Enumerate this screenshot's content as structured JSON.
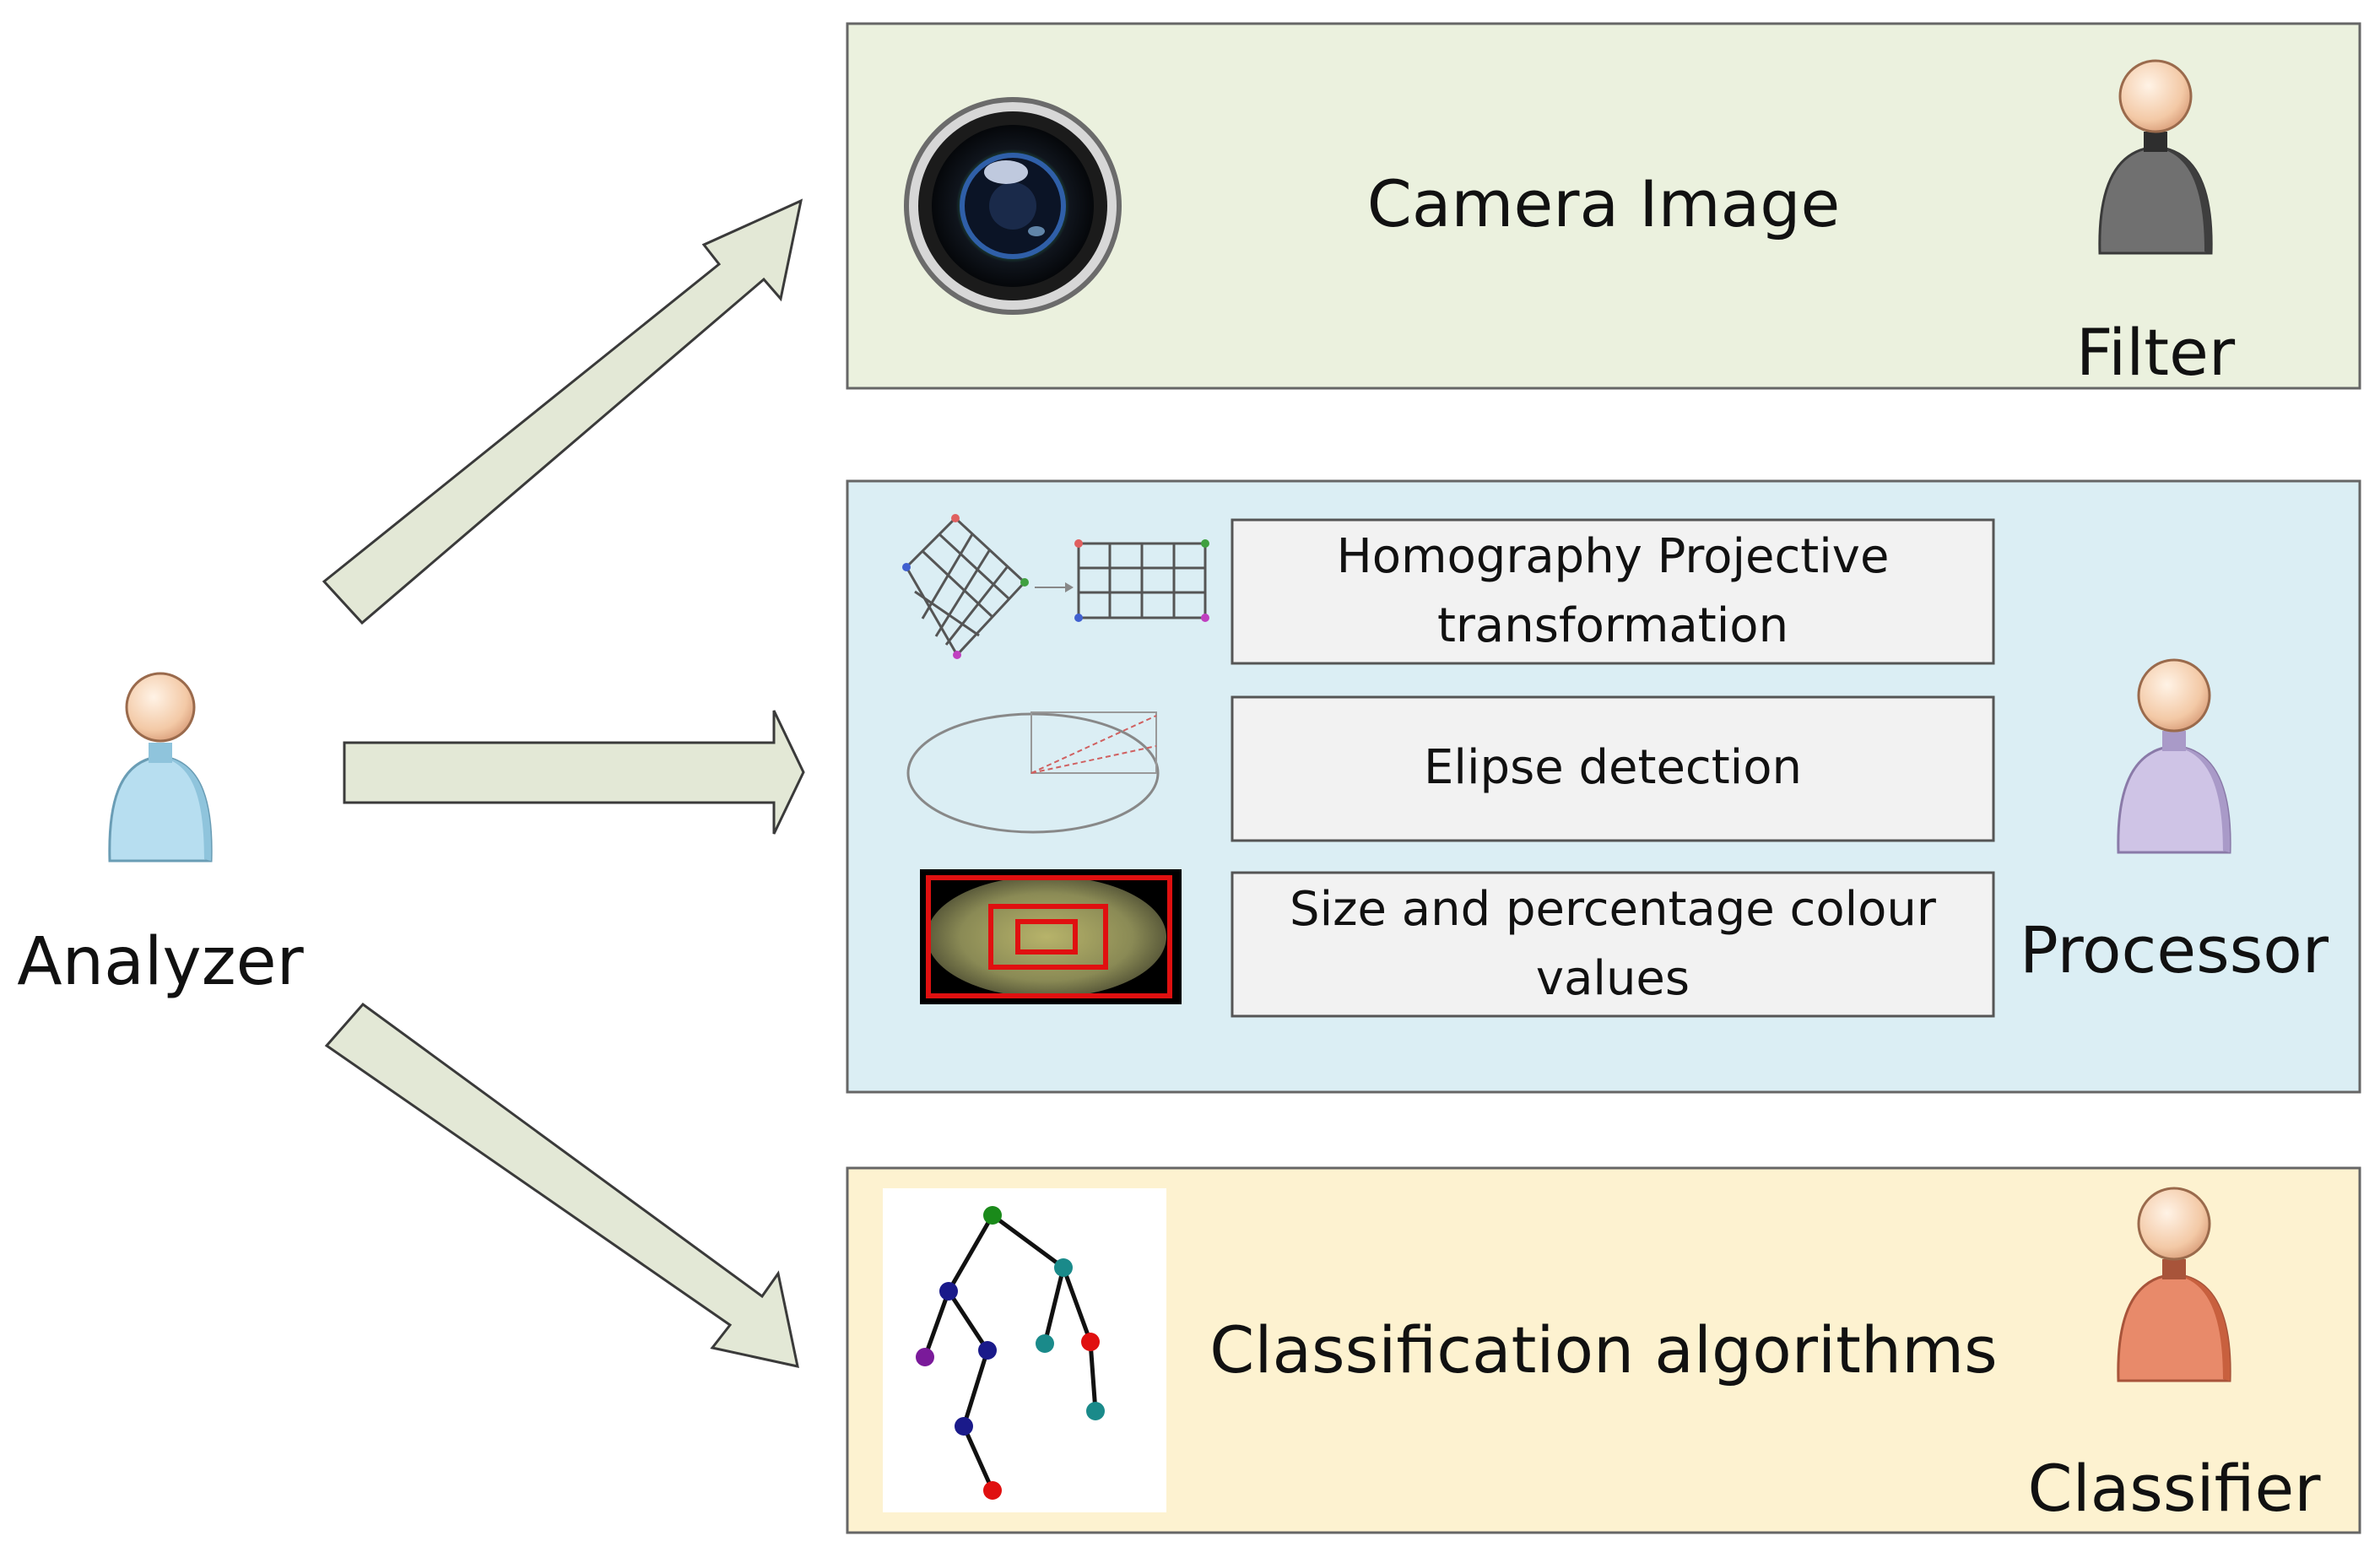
{
  "actors": {
    "analyzer": "Analyzer",
    "filter": "Filter",
    "processor": "Processor",
    "classifier": "Classifier"
  },
  "camera_panel": {
    "title": "Camera Image"
  },
  "processor_panel": {
    "steps": [
      {
        "line1": "Homography Projective",
        "line2": "transformation"
      },
      {
        "line1": "Elipse detection",
        "line2": ""
      },
      {
        "line1": "Size and percentage colour",
        "line2": "values"
      }
    ]
  },
  "classifier_panel": {
    "title": "Classification algorithms"
  },
  "colors": {
    "camera_bg": "#ebf1de",
    "processor_bg": "#dbeef4",
    "classifier_bg": "#fdf2d0",
    "arrow_fill": "#e3e8d6",
    "step_box_bg": "#f2f2f2",
    "analyzer_person": "#b7def0",
    "filter_person": "#707070",
    "processor_person": "#cfc4e6",
    "classifier_person": "#e88a6a"
  }
}
